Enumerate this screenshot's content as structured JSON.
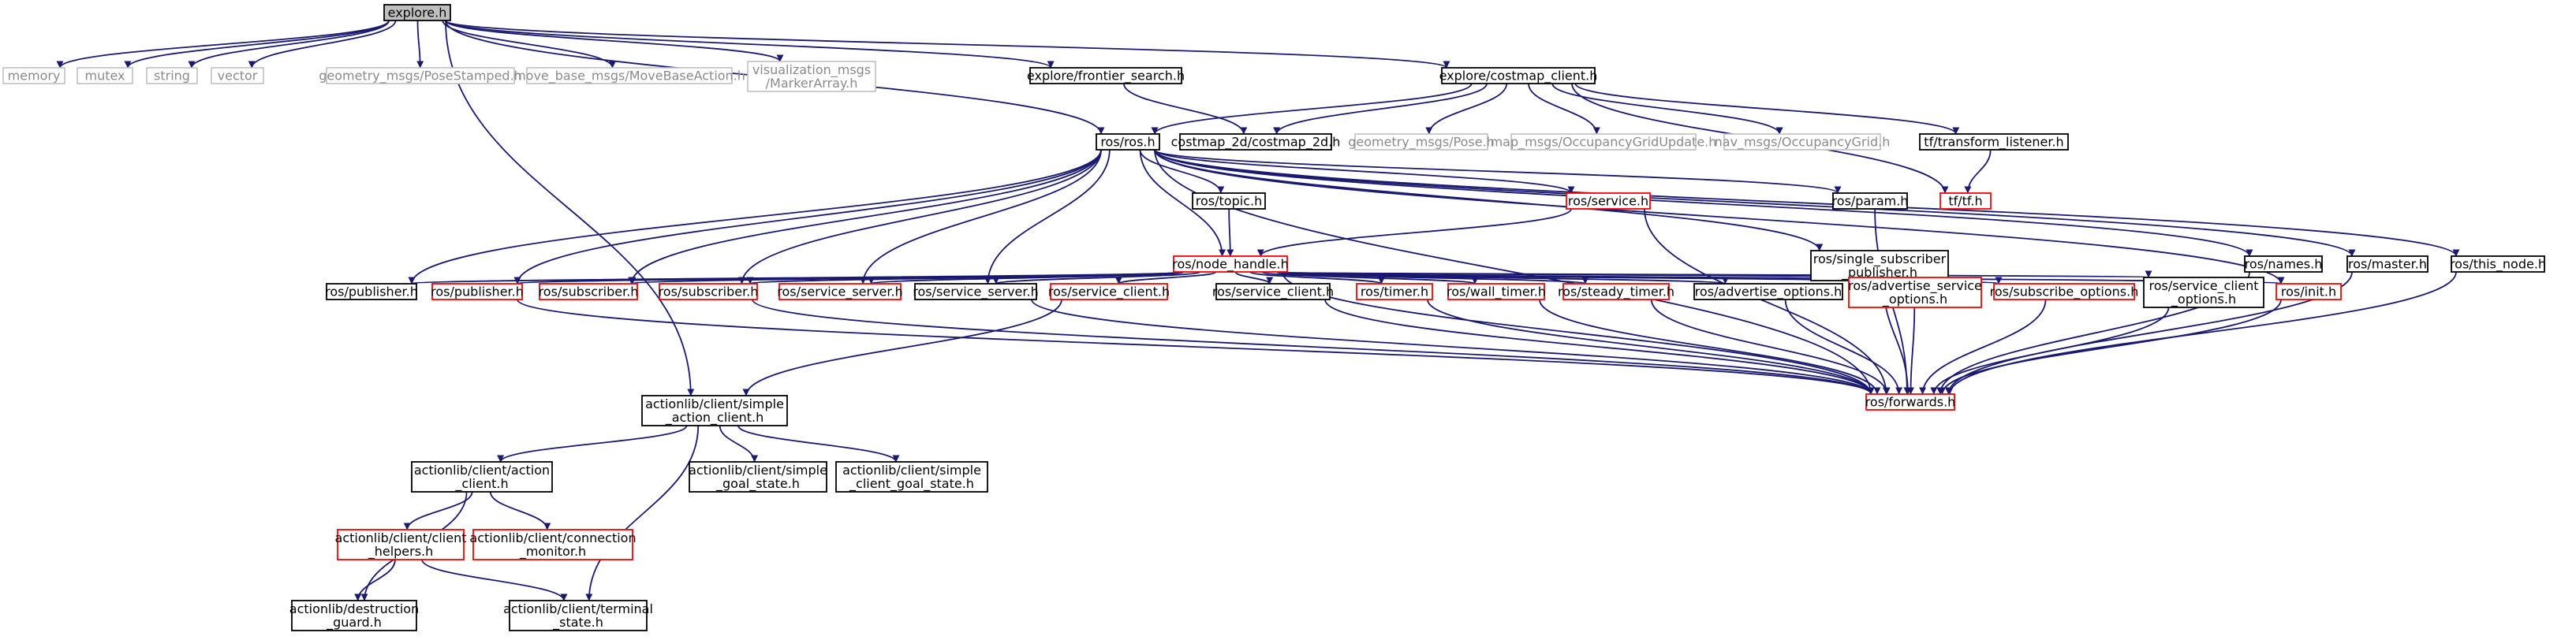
{
  "diagram": {
    "nodes": [
      {
        "id": "explore_h",
        "lines": [
          "explore.h"
        ],
        "style": "root"
      },
      {
        "id": "memory",
        "lines": [
          "memory"
        ],
        "style": "grey"
      },
      {
        "id": "mutex",
        "lines": [
          "mutex"
        ],
        "style": "grey"
      },
      {
        "id": "string",
        "lines": [
          "string"
        ],
        "style": "grey"
      },
      {
        "id": "vector",
        "lines": [
          "vector"
        ],
        "style": "grey"
      },
      {
        "id": "pose_stamped",
        "lines": [
          "geometry_msgs/PoseStamped.h"
        ],
        "style": "grey"
      },
      {
        "id": "move_base_action",
        "lines": [
          "move_base_msgs/MoveBaseAction.h"
        ],
        "style": "grey"
      },
      {
        "id": "marker_array",
        "lines": [
          "visualization_msgs",
          "/MarkerArray.h"
        ],
        "style": "grey"
      },
      {
        "id": "frontier_search",
        "lines": [
          "explore/frontier_search.h"
        ],
        "style": "normal"
      },
      {
        "id": "costmap_client",
        "lines": [
          "explore/costmap_client.h"
        ],
        "style": "normal"
      },
      {
        "id": "ros_h",
        "lines": [
          "ros/ros.h"
        ],
        "style": "normal"
      },
      {
        "id": "costmap_2d",
        "lines": [
          "costmap_2d/costmap_2d.h"
        ],
        "style": "normal"
      },
      {
        "id": "pose_h",
        "lines": [
          "geometry_msgs/Pose.h"
        ],
        "style": "grey"
      },
      {
        "id": "occ_grid_update",
        "lines": [
          "map_msgs/OccupancyGridUpdate.h"
        ],
        "style": "grey"
      },
      {
        "id": "occ_grid",
        "lines": [
          "nav_msgs/OccupancyGrid.h"
        ],
        "style": "grey"
      },
      {
        "id": "transform_listener",
        "lines": [
          "tf/transform_listener.h"
        ],
        "style": "normal"
      },
      {
        "id": "tf_h",
        "lines": [
          "tf/tf.h"
        ],
        "style": "red"
      },
      {
        "id": "topic_h",
        "lines": [
          "ros/topic.h"
        ],
        "style": "normal"
      },
      {
        "id": "service_h",
        "lines": [
          "ros/service.h"
        ],
        "style": "red"
      },
      {
        "id": "param_h",
        "lines": [
          "ros/param.h"
        ],
        "style": "normal"
      },
      {
        "id": "single_sub_pub",
        "lines": [
          "ros/single_subscriber",
          "_publisher.h"
        ],
        "style": "normal"
      },
      {
        "id": "names_h",
        "lines": [
          "ros/names.h"
        ],
        "style": "normal"
      },
      {
        "id": "master_h",
        "lines": [
          "ros/master.h"
        ],
        "style": "normal"
      },
      {
        "id": "this_node_h",
        "lines": [
          "ros/this_node.h"
        ],
        "style": "normal"
      },
      {
        "id": "node_handle",
        "lines": [
          "ros/node_handle.h"
        ],
        "style": "red"
      },
      {
        "id": "publisher_black",
        "lines": [
          "ros/publisher.h"
        ],
        "style": "normal"
      },
      {
        "id": "publisher_red",
        "lines": [
          "ros/publisher.h"
        ],
        "style": "red"
      },
      {
        "id": "subscriber_red1",
        "lines": [
          "ros/subscriber.h"
        ],
        "style": "red"
      },
      {
        "id": "subscriber_red2",
        "lines": [
          "ros/subscriber.h"
        ],
        "style": "red"
      },
      {
        "id": "service_server_red",
        "lines": [
          "ros/service_server.h"
        ],
        "style": "red"
      },
      {
        "id": "service_server_black",
        "lines": [
          "ros/service_server.h"
        ],
        "style": "normal"
      },
      {
        "id": "service_client_red",
        "lines": [
          "ros/service_client.h"
        ],
        "style": "red"
      },
      {
        "id": "service_client_black",
        "lines": [
          "ros/service_client.h"
        ],
        "style": "normal"
      },
      {
        "id": "timer_h",
        "lines": [
          "ros/timer.h"
        ],
        "style": "red"
      },
      {
        "id": "wall_timer_h",
        "lines": [
          "ros/wall_timer.h"
        ],
        "style": "red"
      },
      {
        "id": "steady_timer_h",
        "lines": [
          "ros/steady_timer.h"
        ],
        "style": "red"
      },
      {
        "id": "advertise_options",
        "lines": [
          "ros/advertise_options.h"
        ],
        "style": "normal"
      },
      {
        "id": "advertise_service_options",
        "lines": [
          "ros/advertise_service",
          "_options.h"
        ],
        "style": "red"
      },
      {
        "id": "subscribe_options",
        "lines": [
          "ros/subscribe_options.h"
        ],
        "style": "red"
      },
      {
        "id": "service_client_options",
        "lines": [
          "ros/service_client",
          "_options.h"
        ],
        "style": "normal"
      },
      {
        "id": "init_h",
        "lines": [
          "ros/init.h"
        ],
        "style": "red"
      },
      {
        "id": "forwards_h",
        "lines": [
          "ros/forwards.h"
        ],
        "style": "red"
      },
      {
        "id": "simple_action_client",
        "lines": [
          "actionlib/client/simple",
          "_action_client.h"
        ],
        "style": "normal"
      },
      {
        "id": "action_client",
        "lines": [
          "actionlib/client/action",
          "_client.h"
        ],
        "style": "normal"
      },
      {
        "id": "simple_goal_state",
        "lines": [
          "actionlib/client/simple",
          "_goal_state.h"
        ],
        "style": "normal"
      },
      {
        "id": "simple_client_goal_state",
        "lines": [
          "actionlib/client/simple",
          "_client_goal_state.h"
        ],
        "style": "normal"
      },
      {
        "id": "client_helpers",
        "lines": [
          "actionlib/client/client",
          "_helpers.h"
        ],
        "style": "red"
      },
      {
        "id": "connection_monitor",
        "lines": [
          "actionlib/client/connection",
          "_monitor.h"
        ],
        "style": "red"
      },
      {
        "id": "destruction_guard",
        "lines": [
          "actionlib/destruction",
          "_guard.h"
        ],
        "style": "normal"
      },
      {
        "id": "terminal_state",
        "lines": [
          "actionlib/client/terminal",
          "_state.h"
        ],
        "style": "normal"
      }
    ],
    "edges": [
      [
        "explore_h",
        "memory"
      ],
      [
        "explore_h",
        "mutex"
      ],
      [
        "explore_h",
        "string"
      ],
      [
        "explore_h",
        "vector"
      ],
      [
        "explore_h",
        "pose_stamped"
      ],
      [
        "explore_h",
        "move_base_action"
      ],
      [
        "explore_h",
        "marker_array"
      ],
      [
        "explore_h",
        "frontier_search"
      ],
      [
        "explore_h",
        "costmap_client"
      ],
      [
        "explore_h",
        "ros_h"
      ],
      [
        "explore_h",
        "simple_action_client"
      ],
      [
        "frontier_search",
        "costmap_2d"
      ],
      [
        "costmap_client",
        "ros_h"
      ],
      [
        "costmap_client",
        "costmap_2d"
      ],
      [
        "costmap_client",
        "pose_h"
      ],
      [
        "costmap_client",
        "occ_grid_update"
      ],
      [
        "costmap_client",
        "occ_grid"
      ],
      [
        "costmap_client",
        "transform_listener"
      ],
      [
        "costmap_client",
        "tf_h"
      ],
      [
        "transform_listener",
        "tf_h"
      ],
      [
        "ros_h",
        "topic_h"
      ],
      [
        "ros_h",
        "service_h"
      ],
      [
        "ros_h",
        "param_h"
      ],
      [
        "ros_h",
        "single_sub_pub"
      ],
      [
        "ros_h",
        "names_h"
      ],
      [
        "ros_h",
        "master_h"
      ],
      [
        "ros_h",
        "this_node_h"
      ],
      [
        "ros_h",
        "node_handle"
      ],
      [
        "ros_h",
        "publisher_black"
      ],
      [
        "ros_h",
        "publisher_red"
      ],
      [
        "ros_h",
        "subscriber_red1"
      ],
      [
        "ros_h",
        "subscriber_red2"
      ],
      [
        "ros_h",
        "service_server_red"
      ],
      [
        "ros_h",
        "service_server_black"
      ],
      [
        "ros_h",
        "init_h"
      ],
      [
        "ros_h",
        "forwards_h"
      ],
      [
        "topic_h",
        "node_handle"
      ],
      [
        "service_h",
        "node_handle"
      ],
      [
        "service_h",
        "forwards_h"
      ],
      [
        "param_h",
        "forwards_h"
      ],
      [
        "single_sub_pub",
        "forwards_h"
      ],
      [
        "names_h",
        "forwards_h"
      ],
      [
        "master_h",
        "forwards_h"
      ],
      [
        "this_node_h",
        "forwards_h"
      ],
      [
        "node_handle",
        "publisher_black"
      ],
      [
        "node_handle",
        "publisher_red"
      ],
      [
        "node_handle",
        "subscriber_red1"
      ],
      [
        "node_handle",
        "subscriber_red2"
      ],
      [
        "node_handle",
        "service_server_red"
      ],
      [
        "node_handle",
        "service_server_black"
      ],
      [
        "node_handle",
        "service_client_red"
      ],
      [
        "node_handle",
        "service_client_black"
      ],
      [
        "node_handle",
        "timer_h"
      ],
      [
        "node_handle",
        "wall_timer_h"
      ],
      [
        "node_handle",
        "steady_timer_h"
      ],
      [
        "node_handle",
        "advertise_options"
      ],
      [
        "node_handle",
        "advertise_service_options"
      ],
      [
        "node_handle",
        "subscribe_options"
      ],
      [
        "node_handle",
        "service_client_options"
      ],
      [
        "node_handle",
        "init_h"
      ],
      [
        "node_handle",
        "forwards_h"
      ],
      [
        "publisher_red",
        "forwards_h"
      ],
      [
        "subscriber_red2",
        "forwards_h"
      ],
      [
        "service_server_black",
        "forwards_h"
      ],
      [
        "service_client_black",
        "forwards_h"
      ],
      [
        "timer_h",
        "forwards_h"
      ],
      [
        "wall_timer_h",
        "forwards_h"
      ],
      [
        "steady_timer_h",
        "forwards_h"
      ],
      [
        "advertise_options",
        "forwards_h"
      ],
      [
        "advertise_service_options",
        "forwards_h"
      ],
      [
        "subscribe_options",
        "forwards_h"
      ],
      [
        "service_client_options",
        "forwards_h"
      ],
      [
        "init_h",
        "forwards_h"
      ],
      [
        "service_client_red",
        "simple_action_client"
      ],
      [
        "simple_action_client",
        "action_client"
      ],
      [
        "simple_action_client",
        "simple_goal_state"
      ],
      [
        "simple_action_client",
        "simple_client_goal_state"
      ],
      [
        "simple_action_client",
        "terminal_state"
      ],
      [
        "action_client",
        "client_helpers"
      ],
      [
        "action_client",
        "connection_monitor"
      ],
      [
        "action_client",
        "destruction_guard"
      ],
      [
        "client_helpers",
        "destruction_guard"
      ],
      [
        "client_helpers",
        "terminal_state"
      ]
    ]
  }
}
